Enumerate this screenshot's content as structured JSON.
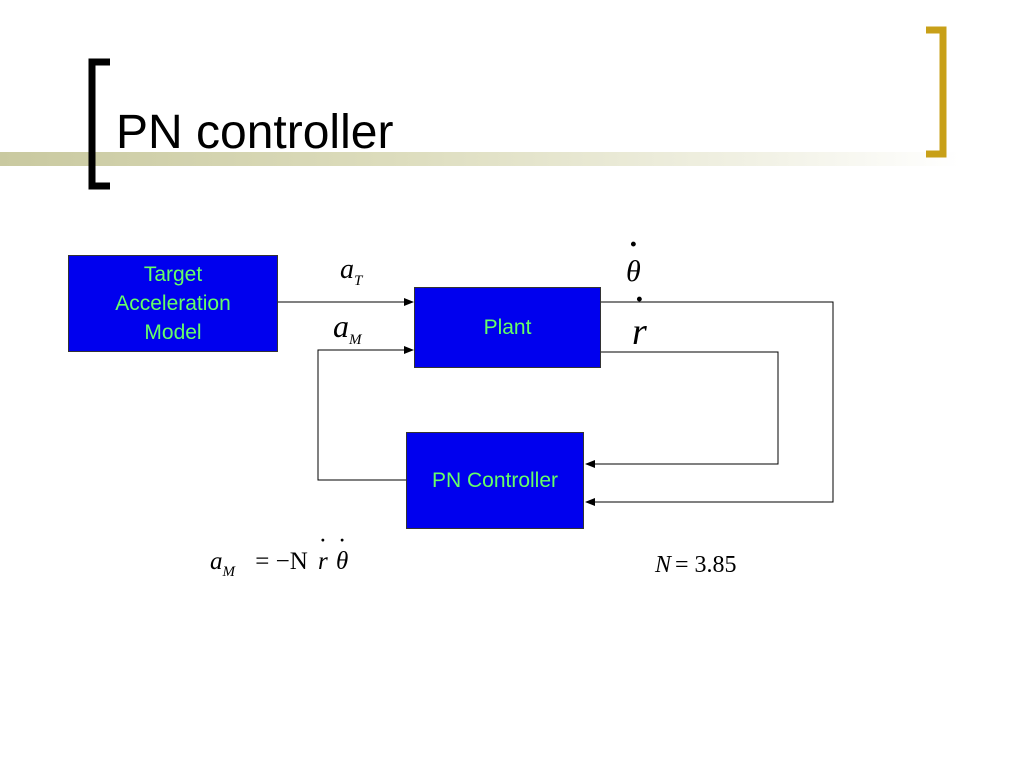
{
  "slide": {
    "title": "PN controller"
  },
  "colors": {
    "block_fill": "#0000ee",
    "block_text": "#66ff66",
    "accent_bracket_left": "#000000",
    "accent_bracket_right": "#c8a018",
    "band": "#c9c9a0"
  },
  "diagram": {
    "blocks": {
      "target_model": "Target\nAcceleration\nModel",
      "plant": "Plant",
      "pn_controller": "PN Controller"
    },
    "signals": {
      "a_T": {
        "base": "a",
        "sub": "T"
      },
      "a_M": {
        "base": "a",
        "sub": "M"
      },
      "theta_dot": "θ",
      "r_dot": "r"
    }
  },
  "equations": {
    "guidance_law": {
      "lhs_base": "a",
      "lhs_sub": "M",
      "rhs": "= −N",
      "r": "r",
      "theta": "θ"
    },
    "gain": {
      "var": "N",
      "value": "= 3.85"
    }
  }
}
